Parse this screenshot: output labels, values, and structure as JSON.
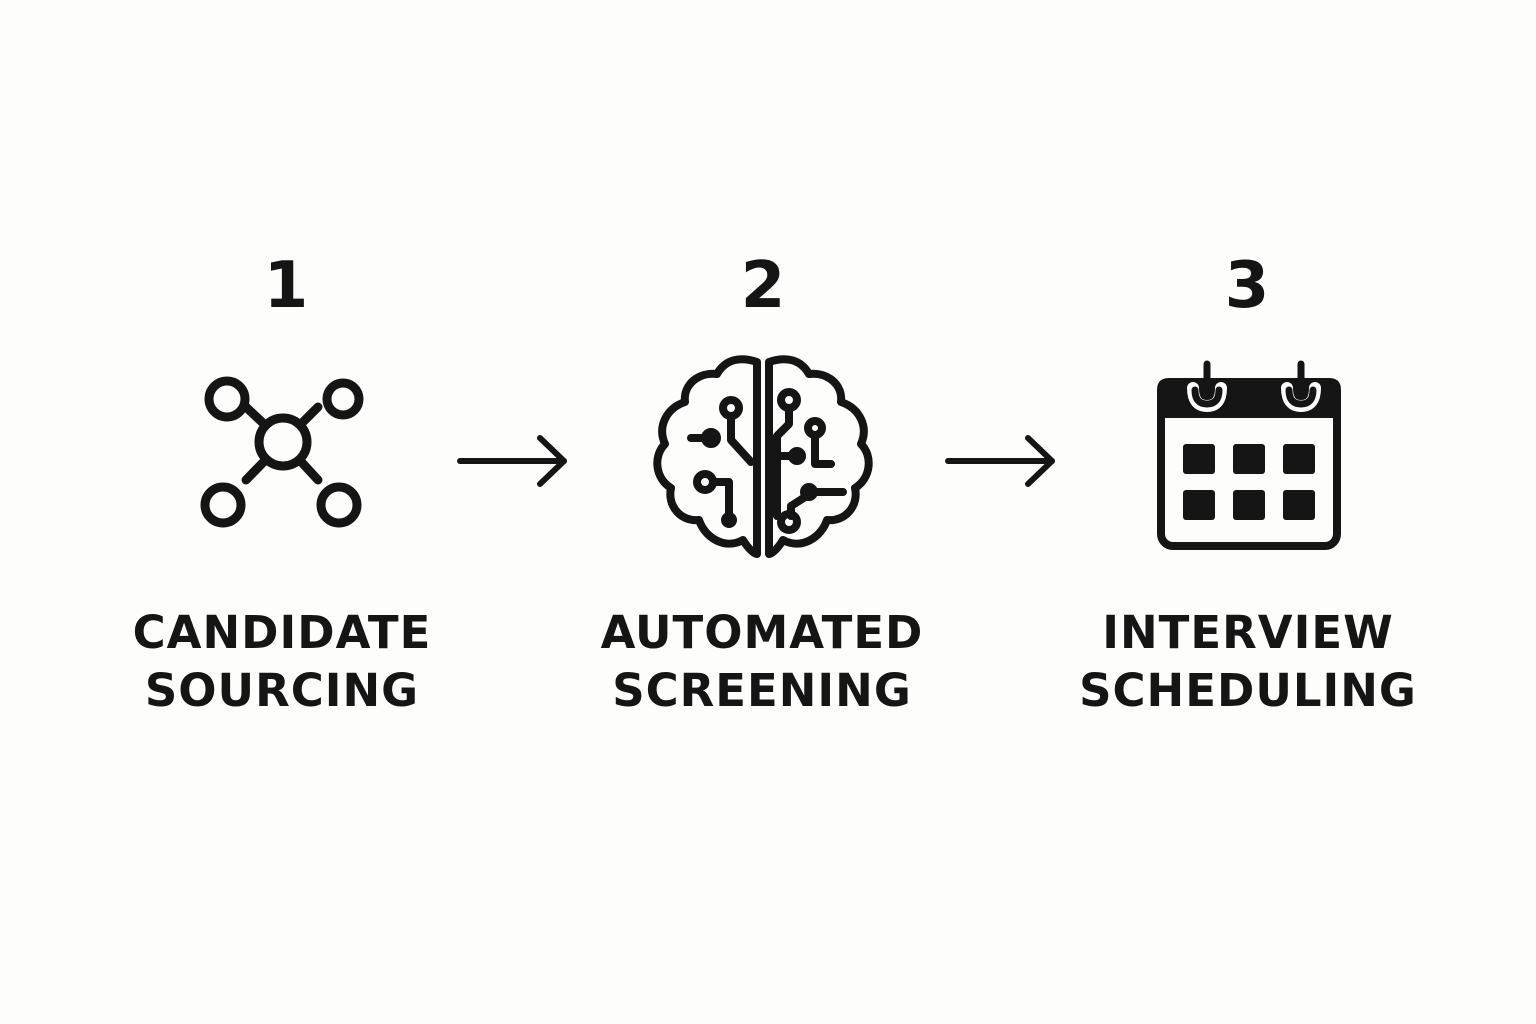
{
  "steps": [
    {
      "number": "1",
      "label_line1": "CANDIDATE",
      "label_line2": "SOURCING",
      "icon": "network-icon"
    },
    {
      "number": "2",
      "label_line1": "AUTOMATED",
      "label_line2": "SCREENING",
      "icon": "brain-circuit-icon"
    },
    {
      "number": "3",
      "label_line1": "INTERVIEW",
      "label_line2": "SCHEDULING",
      "icon": "calendar-icon"
    }
  ],
  "colors": {
    "ink": "#151515",
    "background": "#fdfdfb"
  }
}
